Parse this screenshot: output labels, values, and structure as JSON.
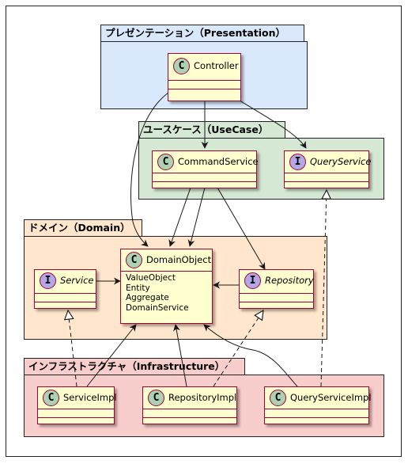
{
  "colors": {
    "presentation": "#dae8fc",
    "usecase": "#d5e8d4",
    "domain": "#ffe6cc",
    "infrastructure": "#f8cecc",
    "class_fill": "#fefece",
    "class_border": "#a80036",
    "class_circle": "#add1b2",
    "interface_circle": "#b4a7e5"
  },
  "packages": {
    "presentation": "プレゼンテーション（Presentation）",
    "usecase": "ユースケース（UseCase）",
    "domain": "ドメイン（Domain）",
    "infrastructure": "インフラストラクチャ（Infrastructure）"
  },
  "classes": {
    "controller": {
      "stereotype": "C",
      "name": "Controller"
    },
    "command_service": {
      "stereotype": "C",
      "name": "CommandService"
    },
    "query_service": {
      "stereotype": "I",
      "name": "QueryService"
    },
    "domain_object": {
      "stereotype": "C",
      "name": "DomainObject",
      "attributes": [
        "ValueObject",
        "Entity",
        "Aggregate",
        "DomainService"
      ]
    },
    "service": {
      "stereotype": "I",
      "name": "Service"
    },
    "repository": {
      "stereotype": "I",
      "name": "Repository"
    },
    "service_impl": {
      "stereotype": "C",
      "name": "ServiceImpl"
    },
    "repository_impl": {
      "stereotype": "C",
      "name": "RepositoryImpl"
    },
    "query_service_impl": {
      "stereotype": "C",
      "name": "QueryServiceImpl"
    }
  }
}
